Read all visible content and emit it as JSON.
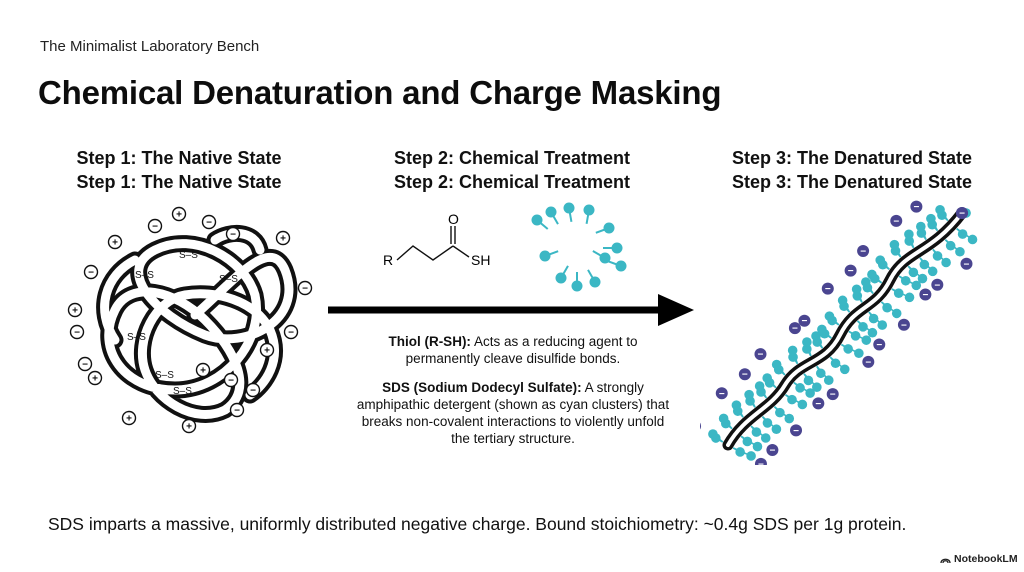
{
  "header": {
    "subtitle": "The Minimalist Laboratory Bench",
    "title": "Chemical Denaturation and Charge Masking"
  },
  "steps": [
    {
      "line1": "Step 1: The Native State",
      "line2": "Step 1: The Native State"
    },
    {
      "line1": "Step 2: Chemical Treatment",
      "line2": "Step 2: Chemical Treatment"
    },
    {
      "line1": "Step 3: The Denatured State",
      "line2": "Step 3: The Denatured State"
    }
  ],
  "molecule": {
    "r_label": "R",
    "o_label": "O",
    "sh_label": "SH",
    "disulfide_label": "S–S",
    "plus_sign": "+",
    "minus_sign": "−"
  },
  "descriptions": {
    "thiol_term": "Thiol (R-SH):",
    "thiol_text": " Acts as a reducing agent to permanently cleave disulfide bonds.",
    "sds_term": "SDS (Sodium Dodecyl Sulfate):",
    "sds_text": " A strongly amphipathic detergent (shown as cyan clusters) that breaks non-covalent interactions to violently unfold the tertiary structure."
  },
  "footer": "SDS imparts a massive, uniformly distributed negative charge. Bound stoichiometry: ~0.4g SDS per 1g protein.",
  "brand": "NotebookLM",
  "colors": {
    "cyan": "#3bb7c4",
    "purple_charge": "#4a4590",
    "ink": "#111111"
  }
}
